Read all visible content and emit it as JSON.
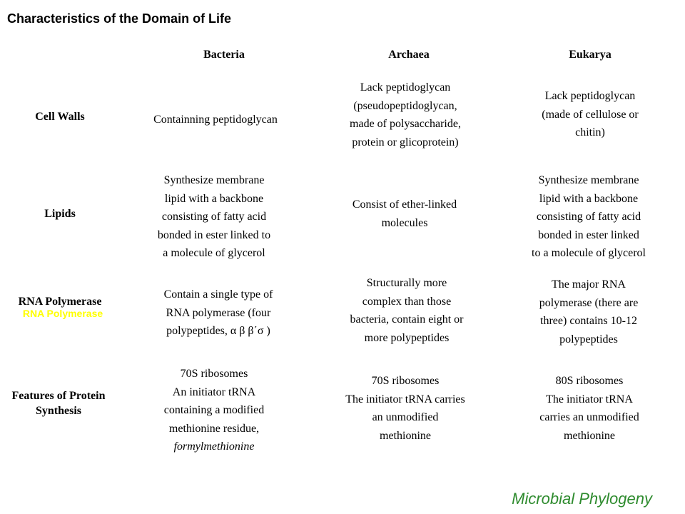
{
  "title": "Characteristics of the Domain of Life",
  "columns": [
    "Bacteria",
    "Archaea",
    "Eukarya"
  ],
  "rows": [
    {
      "label": "Cell Walls",
      "cells": [
        [
          "Containning peptidoglycan"
        ],
        [
          "Lack peptidoglycan",
          "(pseudopeptidoglycan,",
          "made of polysaccharide,",
          "protein or glicoprotein)"
        ],
        [
          "Lack peptidoglycan",
          "(made of cellulose or",
          "chitin)"
        ]
      ]
    },
    {
      "label": "Lipids",
      "cells": [
        [
          "Synthesize membrane",
          "lipid with a  backbone",
          "consisting of fatty acid",
          "bonded in ester linked to",
          "a  molecule of glycerol"
        ],
        [
          "Consist of ether-linked",
          "molecules"
        ],
        [
          "Synthesize membrane",
          "lipid with a backbone",
          "consisting of fatty acid",
          "bonded in ester linked",
          "to a molecule of glycerol"
        ]
      ]
    },
    {
      "label": "RNA Polymerase",
      "cells": [
        [
          "Contain a  single type of",
          "RNA polymerase (four",
          "polypeptides, α  β  β΄σ  )"
        ],
        [
          "Structurally more",
          "complex than those",
          "bacteria, contain eight or",
          "more polypeptides"
        ],
        [
          "The major RNA",
          "polymerase (there are",
          "three) contains 10-12",
          "polypeptides"
        ]
      ]
    },
    {
      "label": "Features of Protein Synthesis",
      "cells": [
        [
          "70S ribosomes",
          "An initiator tRNA",
          "containing a  modified",
          "methionine residue,",
          "formylmethionine"
        ],
        [
          "70S ribosomes",
          "The initiator tRNA carries",
          "an unmodified",
          "methionine"
        ],
        [
          "80S ribosomes",
          "The initiator tRNA",
          "carries an unmodified",
          "methionine"
        ]
      ]
    }
  ],
  "overlay_label": "RNA Polymerase",
  "footer": "Microbial Phylogeny"
}
